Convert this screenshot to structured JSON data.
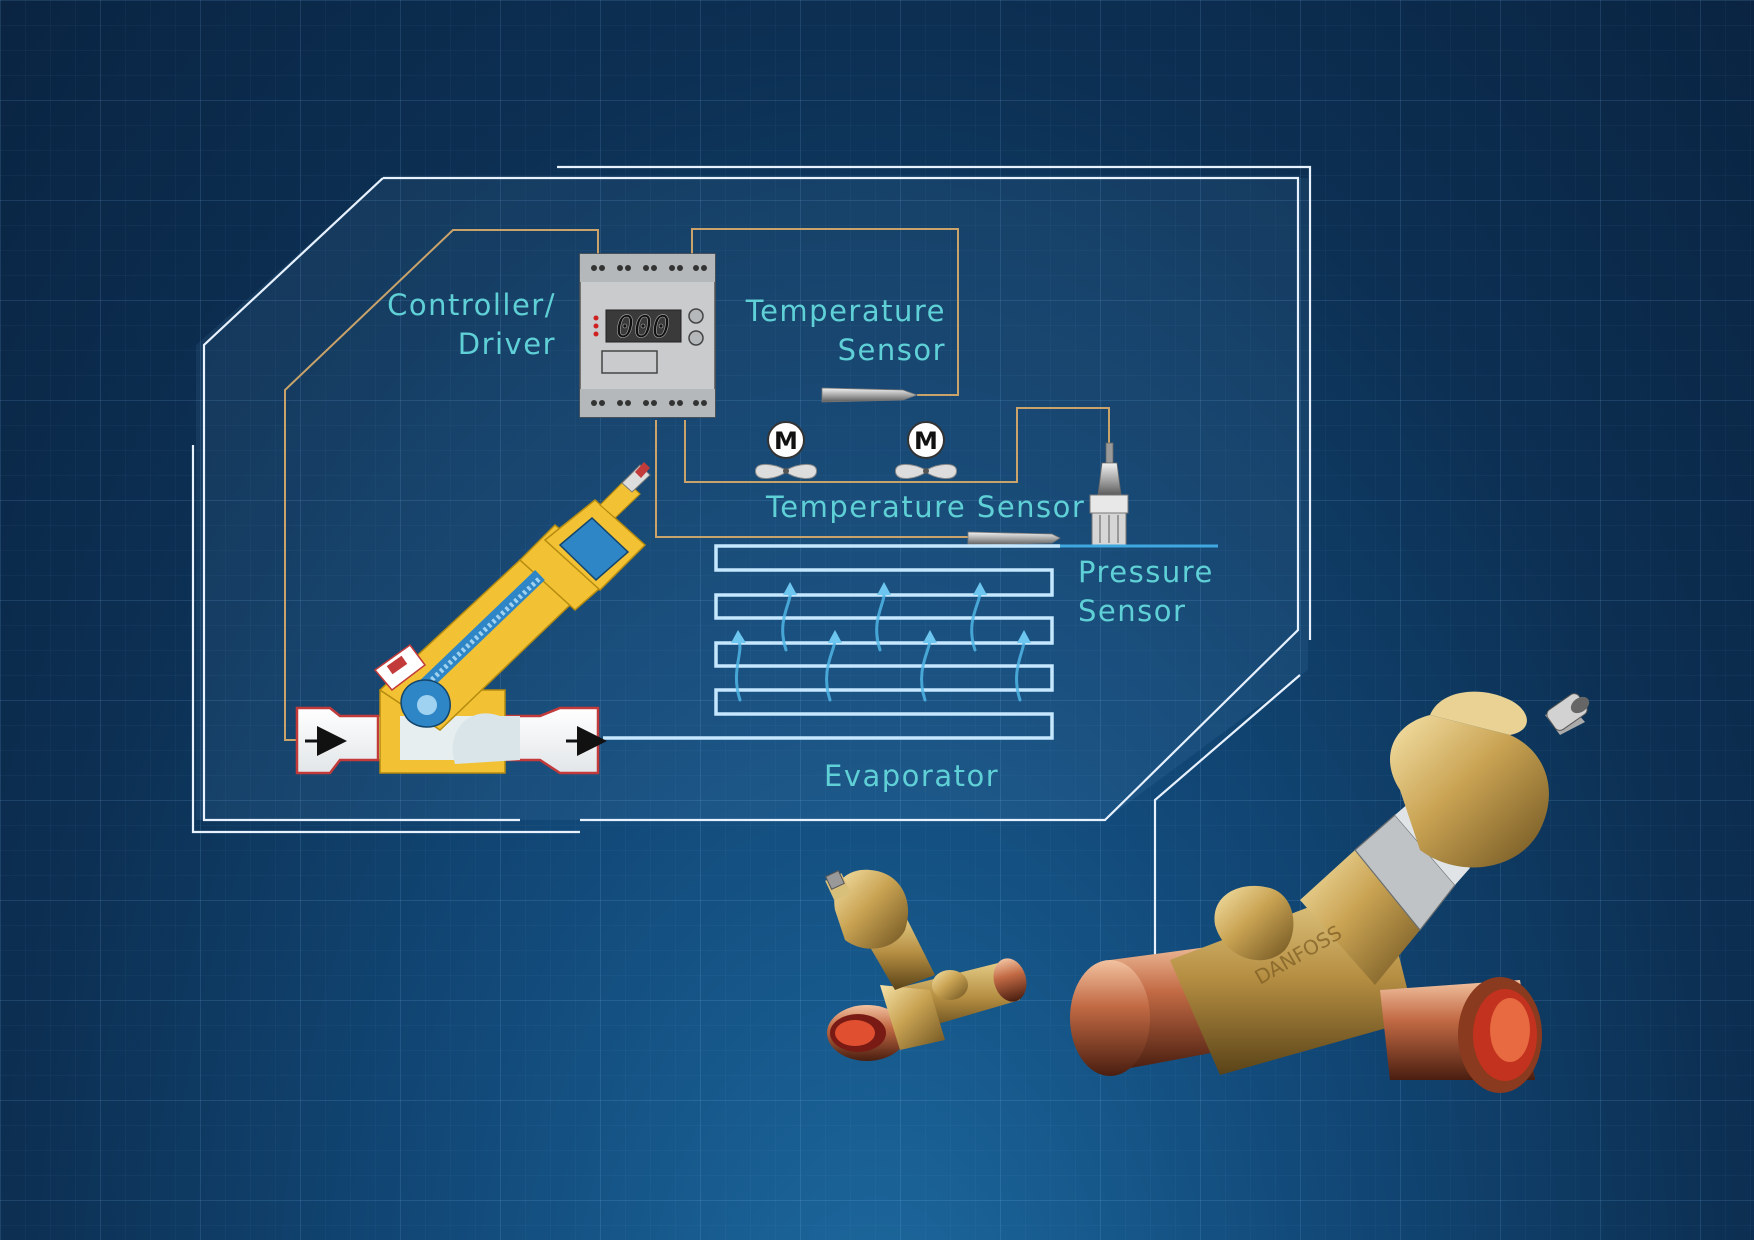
{
  "labels": {
    "controller_line1": "Controller/",
    "controller_line2": "Driver",
    "temp_sensor_top_line1": "Temperature",
    "temp_sensor_top_line2": "Sensor",
    "temp_sensor_mid": "Temperature Sensor",
    "pressure_line1": "Pressure",
    "pressure_line2": "Sensor",
    "evaporator": "Evaporator"
  },
  "controller_display": "000",
  "motor_symbol": "M",
  "colors": {
    "label": "#5fd0d6",
    "frame": "#e8f2ff",
    "wire": "#c9a36a",
    "evaporator_coil": "#bfe6ff",
    "flow_arrow": "#4fb6e6",
    "valve_yellow": "#f3c234",
    "valve_blue": "#2f86c6"
  },
  "icons": [
    "controller-module",
    "fan-motor-icon",
    "temperature-probe",
    "pressure-transducer",
    "expansion-valve-cutaway",
    "valve-photo-small",
    "valve-photo-large"
  ]
}
